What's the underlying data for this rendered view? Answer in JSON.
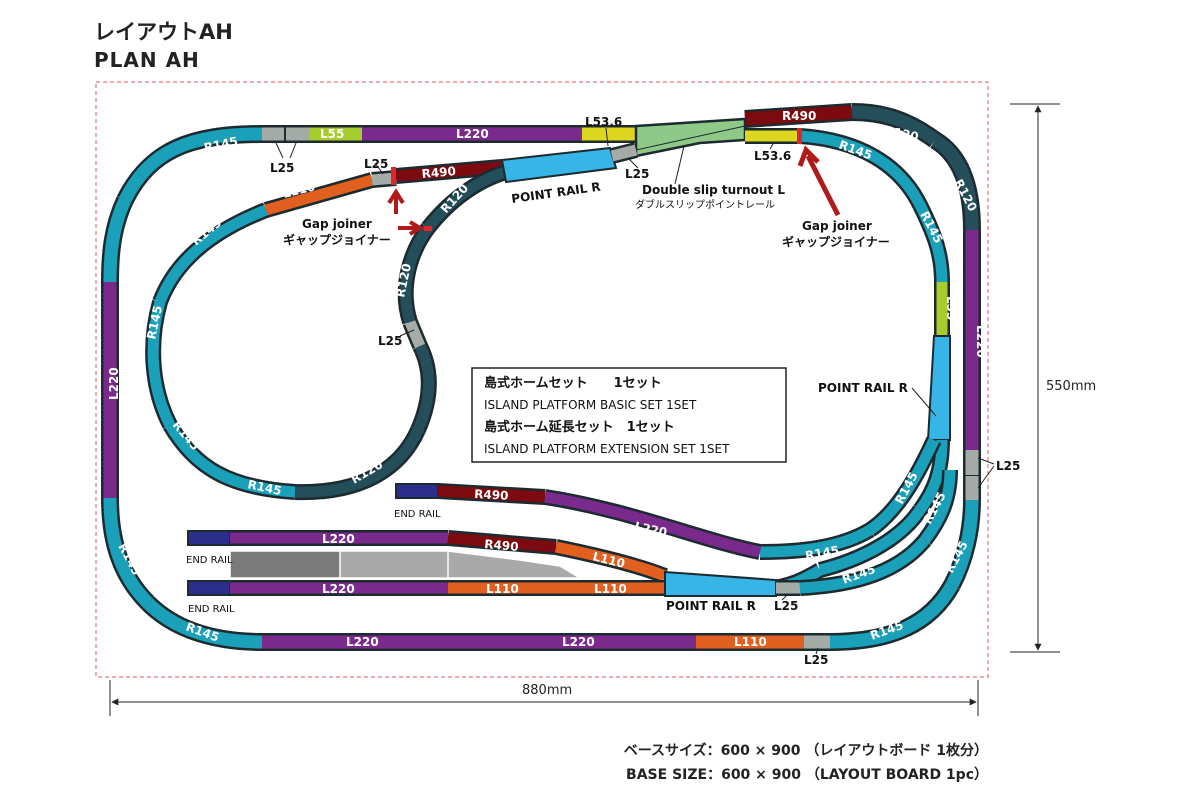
{
  "title": {
    "jp": "レイアウトAH",
    "en": "PLAN  AH"
  },
  "dimensions": {
    "width": "880mm",
    "height": "550mm"
  },
  "base_size": {
    "jp": "ベースサイズ：600 × 900 （レイアウトボード 1枚分）",
    "en": "BASE SIZE：600 × 900 （LAYOUT BOARD 1pc）"
  },
  "colors": {
    "R145": "#1aa0b8",
    "R120": "#254e5b",
    "R490": "#7c0a0e",
    "L220": "#7a2a8c",
    "L110": "#e2601f",
    "L55": "#a7cc2e",
    "L53_6": "#dcd61e",
    "L25": "#a5aca8",
    "point": "#36b5e6",
    "double_slip": "#8ec987",
    "end_rail": "#2a2f8c",
    "platform_dark": "#7a7a7a",
    "platform_light": "#a9a9a9",
    "gap_arrow": "#b01a1a",
    "border": "#e05a6a"
  },
  "tracks": {
    "top_l25": "L25",
    "top_l55": "L55",
    "top_l220": "L220",
    "top_l53": "L53.6",
    "top_r490": "R490",
    "top_r145_a": "R145",
    "left_r145": "R145",
    "left_l220": "L220",
    "left_r145_b": "R145",
    "bottom_r145": "R145",
    "bottom_l220_a": "L220",
    "bottom_l220_b": "L220",
    "bottom_l110": "L110",
    "bottom_r145_r": "R145",
    "right_r120_a": "R120",
    "right_r120_b": "R120",
    "right_l220": "L220",
    "inner_r145_a": "R145",
    "inner_l55": "L55",
    "inner_r145_b": "R145",
    "inner_r145_c": "R145",
    "inner_r145_d": "R145",
    "inner_r145_e": "R145",
    "inner_r145_f": "R145",
    "in_l110": "L110",
    "in_r490": "R490",
    "in_r145_a": "R145",
    "in_r145_b": "R145",
    "in_r145_c": "R145",
    "in_r145_d": "R145",
    "in_r120_a": "R120",
    "in_r120_b": "R120",
    "in_r120_c": "R120",
    "in_r120_d": "R120",
    "in_l53": "L53.6",
    "siding1_r490": "R490",
    "siding1_l220": "L220",
    "siding1_r145": "R145",
    "siding2_l220": "L220",
    "siding2_r490": "R490",
    "siding2_l110": "L110",
    "siding3_l220": "L220",
    "siding3_l110_a": "L110",
    "siding3_l110_b": "L110",
    "mid_r145_a": "R145",
    "mid_r145_b": "R145"
  },
  "labels": {
    "l25_top": "L25",
    "l25_inner": "L25",
    "l25_mid": "L25",
    "l25_dbl": "L25",
    "l25_right": "L25",
    "l25_pt": "L25",
    "l25_bottom": "L25",
    "point_rail_1": "POINT RAIL R",
    "point_rail_2": "POINT RAIL R",
    "point_rail_3": "POINT RAIL R",
    "double_slip_en": "Double slip turnout L",
    "double_slip_jp": "ダブルスリップポイントレール",
    "gap_en_1": "Gap joiner",
    "gap_jp_1": "ギャップジョイナー",
    "gap_en_2": "Gap joiner",
    "gap_jp_2": "ギャップジョイナー",
    "end_rail_1": "END RAIL",
    "end_rail_2": "END RAIL",
    "end_rail_3": "END RAIL"
  },
  "platform_box": {
    "line1": "島式ホームセット　　1セット",
    "line2": "ISLAND  PLATFORM  BASIC  SET    1SET",
    "line3": "島式ホーム延長セット　1セット",
    "line4": "ISLAND  PLATFORM  EXTENSION  SET    1SET"
  }
}
